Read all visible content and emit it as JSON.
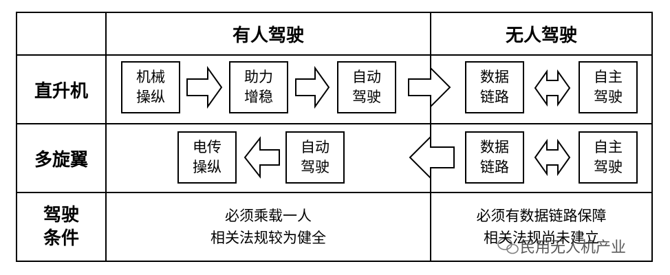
{
  "table": {
    "col_headers": {
      "manned": "有人驾驶",
      "unmanned": "无人驾驶"
    },
    "row_headers": {
      "helicopter": "直升机",
      "multirotor": "多旋翼",
      "conditions": "驾驶\n条件"
    }
  },
  "helicopter_row": {
    "manned_steps": [
      "机械\n操纵",
      "助力\n增稳",
      "自动\n驾驶"
    ],
    "unmanned_steps": [
      "数据\n链路",
      "自主\n驾驶"
    ]
  },
  "multirotor_row": {
    "manned_steps": [
      "电传\n操纵",
      "自动\n驾驶"
    ],
    "unmanned_steps": [
      "数据\n链路",
      "自主\n驾驶"
    ]
  },
  "conditions_row": {
    "manned": "必须乘载一人\n相关法规较为健全",
    "unmanned": "必须有数据链路保障\n相关法规尚未建立"
  },
  "watermark": {
    "text": "民用无人机产业",
    "icon": "wechat-icon"
  },
  "colors": {
    "line": "#000000",
    "background": "#ffffff"
  }
}
